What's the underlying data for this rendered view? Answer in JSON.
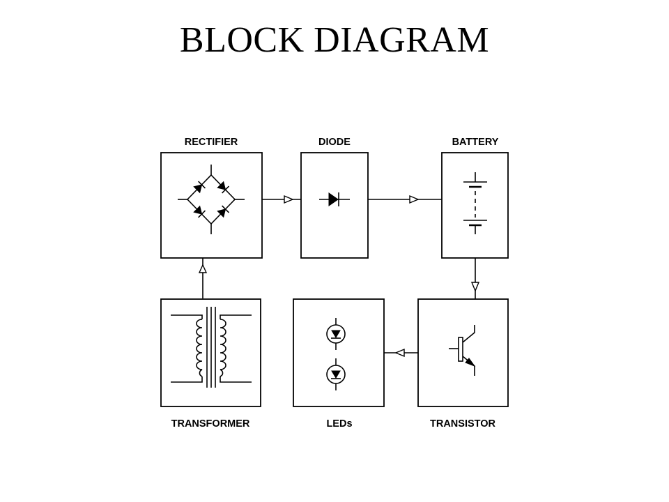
{
  "title": "BLOCK DIAGRAM",
  "blocks": {
    "rectifier": "RECTIFIER",
    "diode": "DIODE",
    "battery": "BATTERY",
    "transformer": "TRANSFORMER",
    "leds": "LEDs",
    "transistor": "TRANSISTOR"
  },
  "icons": {
    "rectifier": "bridge-rectifier-icon",
    "diode": "diode-icon",
    "battery": "battery-icon",
    "transformer": "transformer-icon",
    "leds": "led-icon",
    "transistor": "transistor-icon"
  }
}
